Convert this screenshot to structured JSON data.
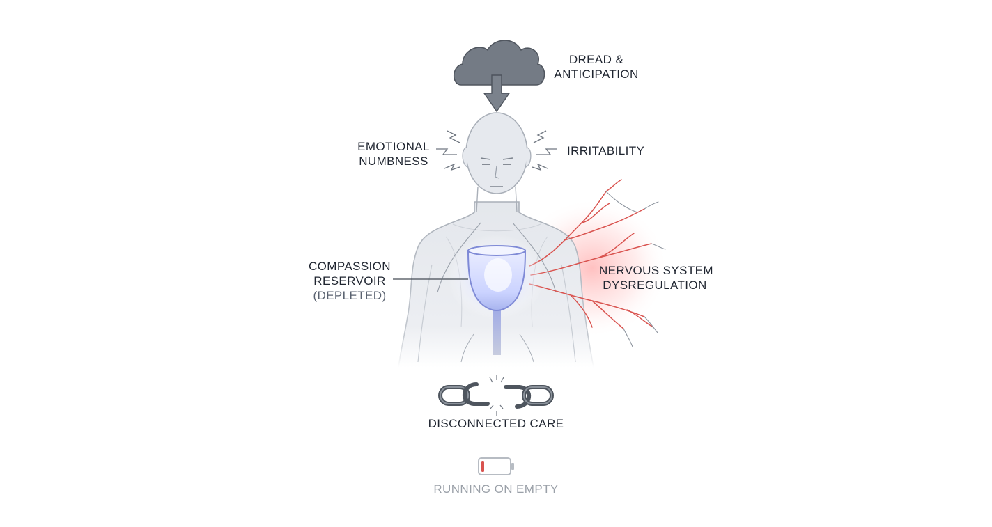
{
  "labels": {
    "dread": {
      "line1": "DREAD &",
      "line2": "ANTICIPATION"
    },
    "numbness": {
      "line1": "EMOTIONAL",
      "line2": "NUMBNESS"
    },
    "irritability": {
      "line1": "IRRITABILITY"
    },
    "compassion": {
      "line1": "COMPASSION",
      "line2": "RESERVOIR",
      "line3": "(DEPLETED)"
    },
    "nervous": {
      "line1": "NERVOUS SYSTEM",
      "line2": "DYSREGULATION"
    },
    "disconnected": {
      "line1": "DISCONNECTED CARE"
    },
    "battery": {
      "line1": "RUNNING ON EMPTY",
      "level": 0.1
    }
  },
  "icons": {
    "cloud": "cloud-icon",
    "arrow": "arrow-down-icon",
    "zap": "zigzag-icon",
    "chain": "broken-chain-icon",
    "battery": "battery-low-icon"
  },
  "colors": {
    "figure_fill": "#e6e9ee",
    "figure_stroke": "#aeb4bd",
    "cloud": "#707780",
    "cup_glow": "#a9b6ff",
    "nerve": "#d64a4a",
    "battery_fill": "#d9534f",
    "text": "#1f2530",
    "muted": "#9aa0a8"
  }
}
